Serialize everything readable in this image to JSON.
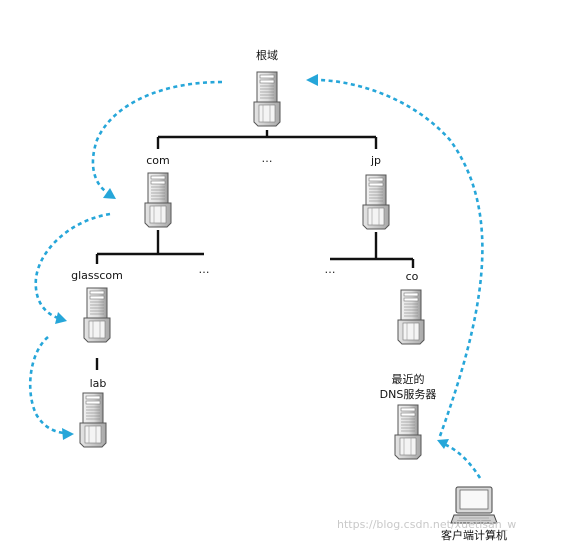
{
  "nodes": {
    "root": {
      "label": "根域"
    },
    "com": {
      "label": "com"
    },
    "jp": {
      "label": "jp"
    },
    "glasscom": {
      "label": "glasscom"
    },
    "co": {
      "label": "co"
    },
    "lab": {
      "label": "lab"
    },
    "nearest_dns": {
      "label_line1": "最近的",
      "label_line2": "DNS服务器"
    },
    "client": {
      "label": "客户端计算机"
    }
  },
  "ellipses": {
    "root_level": "…",
    "com_level": "…",
    "jp_level": "…"
  },
  "watermark": "https://blog.csdn.net/xuetisan_w",
  "colors": {
    "arrow": "#26a6d9",
    "tree_line": "#111111"
  }
}
